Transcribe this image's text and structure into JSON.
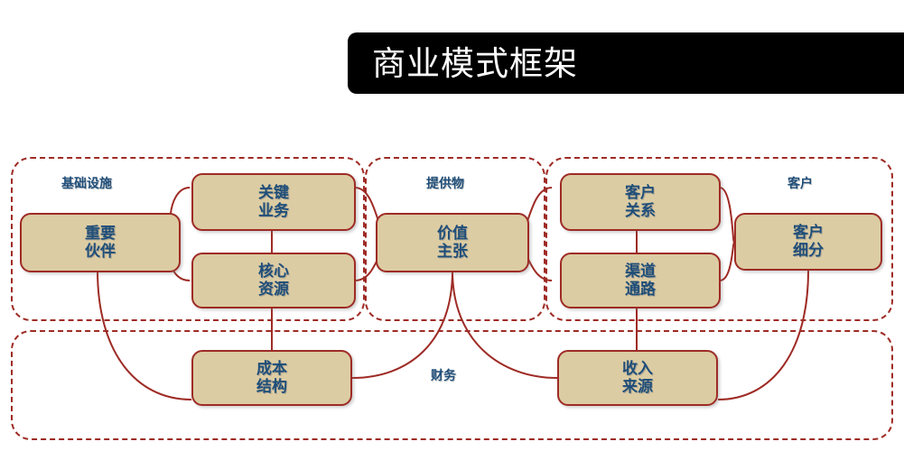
{
  "title": {
    "text": "商业模式框架"
  },
  "colors": {
    "banner_bg": "#000000",
    "banner_text": "#FFFFFF",
    "block_fill": "#DCCCA3",
    "block_border": "#9E2B25",
    "block_text": "#1F4E79",
    "group_border": "#9E2B25",
    "group_label": "#1F4E79",
    "connector": "#9E2B25",
    "page_bg": "#FFFFFF"
  },
  "groups": [
    {
      "id": "infrastructure",
      "label": "基础设施"
    },
    {
      "id": "offering",
      "label": "提供物"
    },
    {
      "id": "customer",
      "label": "客户"
    },
    {
      "id": "finance",
      "label": "财务"
    }
  ],
  "blocks": [
    {
      "id": "key-partners",
      "group": "infrastructure",
      "line1": "重要",
      "line2": "伙伴"
    },
    {
      "id": "key-activities",
      "group": "infrastructure",
      "line1": "关键",
      "line2": "业务"
    },
    {
      "id": "key-resources",
      "group": "infrastructure",
      "line1": "核心",
      "line2": "资源"
    },
    {
      "id": "value-proposition",
      "group": "offering",
      "line1": "价值",
      "line2": "主张"
    },
    {
      "id": "customer-relationships",
      "group": "customer",
      "line1": "客户",
      "line2": "关系"
    },
    {
      "id": "channels",
      "group": "customer",
      "line1": "渠道",
      "line2": "通路"
    },
    {
      "id": "customer-segments",
      "group": "customer",
      "line1": "客户",
      "line2": "细分"
    },
    {
      "id": "cost-structure",
      "group": "finance",
      "line1": "成本",
      "line2": "结构"
    },
    {
      "id": "revenue-streams",
      "group": "finance",
      "line1": "收入",
      "line2": "来源"
    }
  ]
}
